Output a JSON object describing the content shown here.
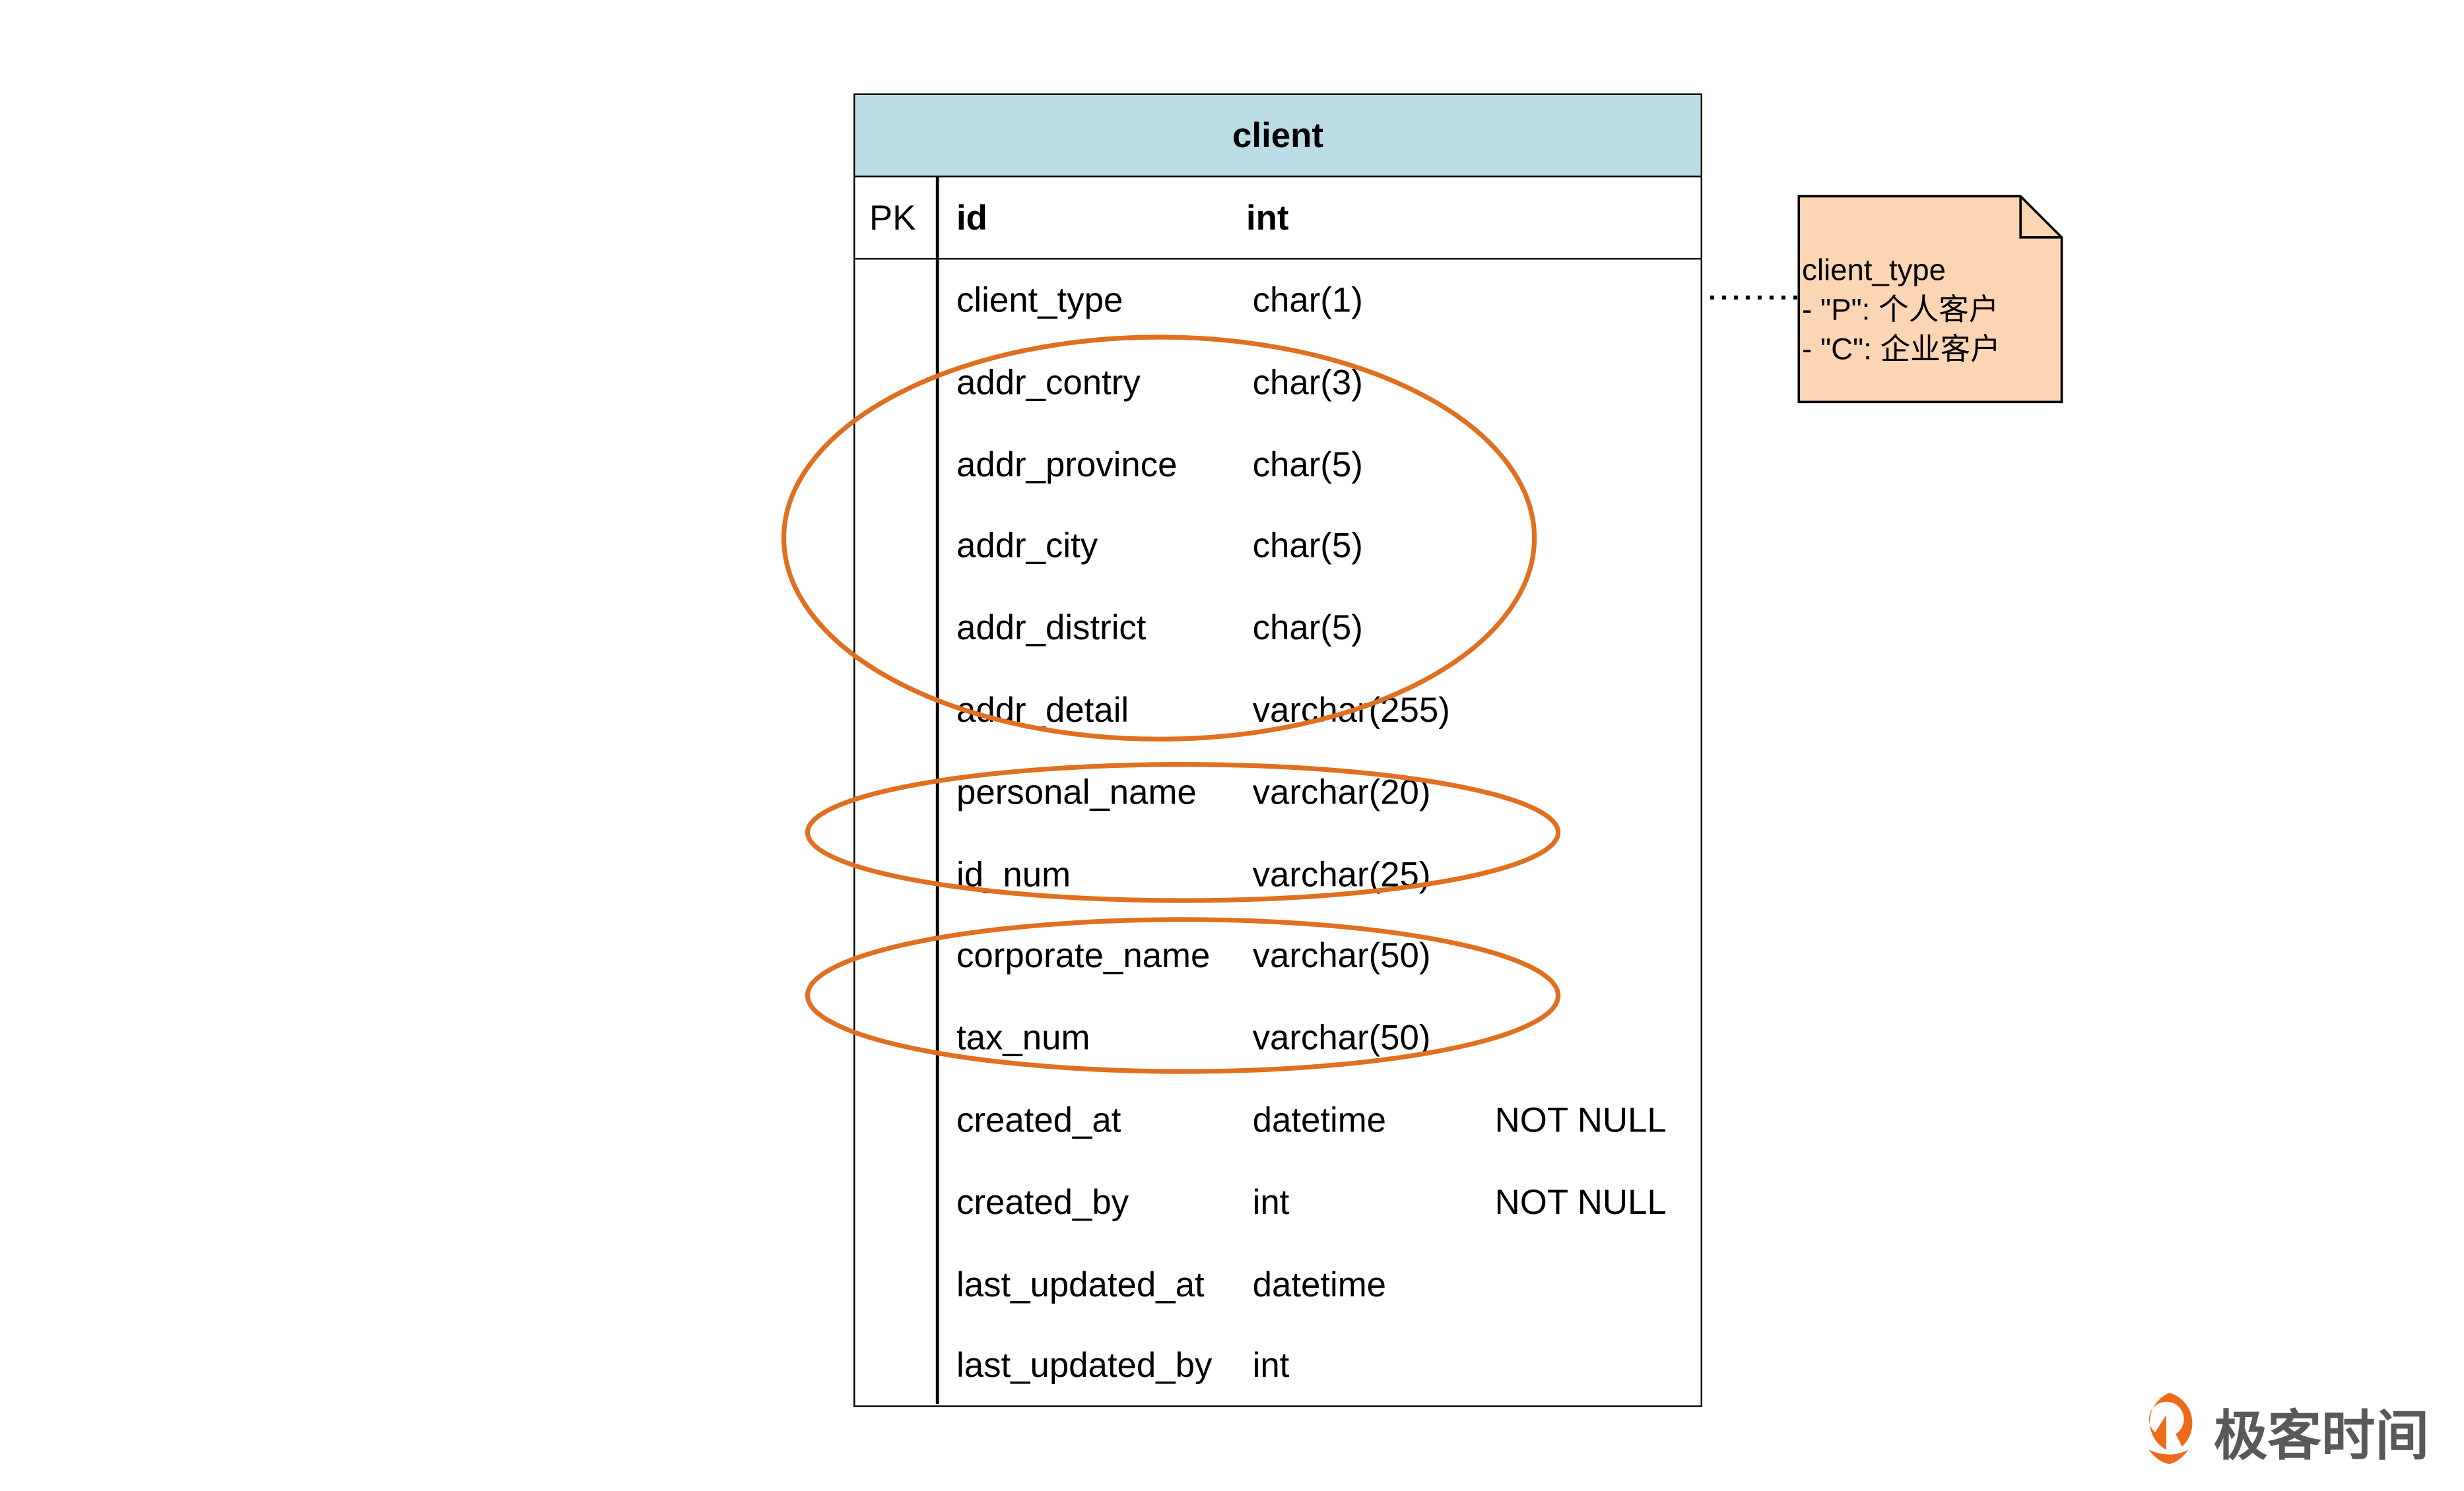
{
  "table": {
    "title": "client",
    "pk": {
      "key": "PK",
      "name": "id",
      "type": "int"
    },
    "rows": [
      {
        "name": "client_type",
        "type": "char(1)",
        "constraint": ""
      },
      {
        "name": "addr_contry",
        "type": "char(3)",
        "constraint": ""
      },
      {
        "name": "addr_province",
        "type": "char(5)",
        "constraint": ""
      },
      {
        "name": "addr_city",
        "type": "char(5)",
        "constraint": ""
      },
      {
        "name": "addr_district",
        "type": "char(5)",
        "constraint": ""
      },
      {
        "name": "addr_detail",
        "type": "varchar(255)",
        "constraint": ""
      },
      {
        "name": "personal_name",
        "type": "varchar(20)",
        "constraint": ""
      },
      {
        "name": "id_num",
        "type": "varchar(25)",
        "constraint": ""
      },
      {
        "name": "corporate_name",
        "type": "varchar(50)",
        "constraint": ""
      },
      {
        "name": "tax_num",
        "type": "varchar(50)",
        "constraint": ""
      },
      {
        "name": "created_at",
        "type": "datetime",
        "constraint": "NOT NULL"
      },
      {
        "name": "created_by",
        "type": "int",
        "constraint": "NOT NULL"
      },
      {
        "name": "last_updated_at",
        "type": "datetime",
        "constraint": ""
      },
      {
        "name": "last_updated_by",
        "type": "int",
        "constraint": ""
      }
    ]
  },
  "note": {
    "lines": [
      "client_type",
      "- \"P\": 个人客户",
      "- \"C\": 企业客户"
    ]
  },
  "logo": {
    "text": "极客时间"
  },
  "colors": {
    "header": "#bddde6",
    "note": "#fcd5b5",
    "highlight": "#e07020",
    "logo_orange": "#ec6a1a",
    "logo_gray": "#58595b"
  }
}
